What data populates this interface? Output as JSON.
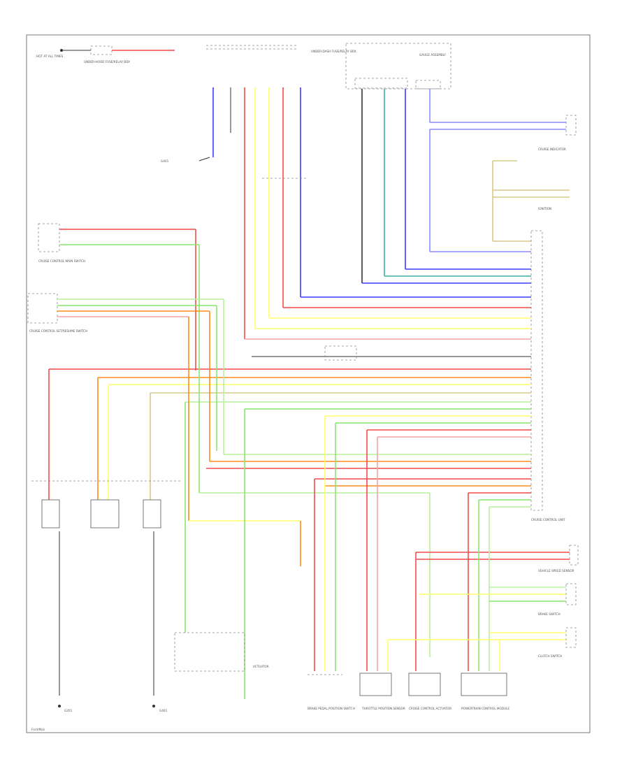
{
  "diagram": {
    "footer": "Ford/Maz",
    "colors": {
      "red": "#f44a4a",
      "pink": "#f5a3a3",
      "orange": "#ff8c1a",
      "yellow": "#ffff66",
      "green": "#88e66e",
      "lightgreen": "#b5f29a",
      "blue": "#3a3aff",
      "violet": "#8a8aff",
      "teal": "#3ab0a0",
      "tan": "#d8c88a",
      "black": "#333333"
    },
    "top_labels": {
      "fuse": "HOT AT ALL TIMES",
      "fuse_box": "UNDER-HOOD FUSE/RELAY BOX",
      "junction": "UNDER-DASH FUSE/RELAY BOX",
      "ground_top": "G401",
      "meter_ecu": "GAUGE ASSEMBLY"
    },
    "left_labels": {
      "switch": "CRUISE CONTROL MAIN SWITCH",
      "combo_switch": "CRUISE CONTROL SET/RESUME SWITCH"
    },
    "right_labels": {
      "r1": "CRUISE INDICATOR",
      "r2": "IGNITION",
      "r3": "CRUISE CONTROL UNIT",
      "r4": "VEHICLE SPEED SENSOR",
      "r5": "BRAKE SWITCH",
      "r6": "CLUTCH SWITCH"
    },
    "bottom_labels": {
      "b1": "G201",
      "b2": "G401",
      "b3": "ACTUATOR",
      "b4": "BRAKE PEDAL POSITION SWITCH",
      "b5": "THROTTLE POSITION SENSOR",
      "b6": "CRUISE CONTROL ACTUATOR",
      "b7": "POWERTRAIN CONTROL MODULE"
    }
  }
}
